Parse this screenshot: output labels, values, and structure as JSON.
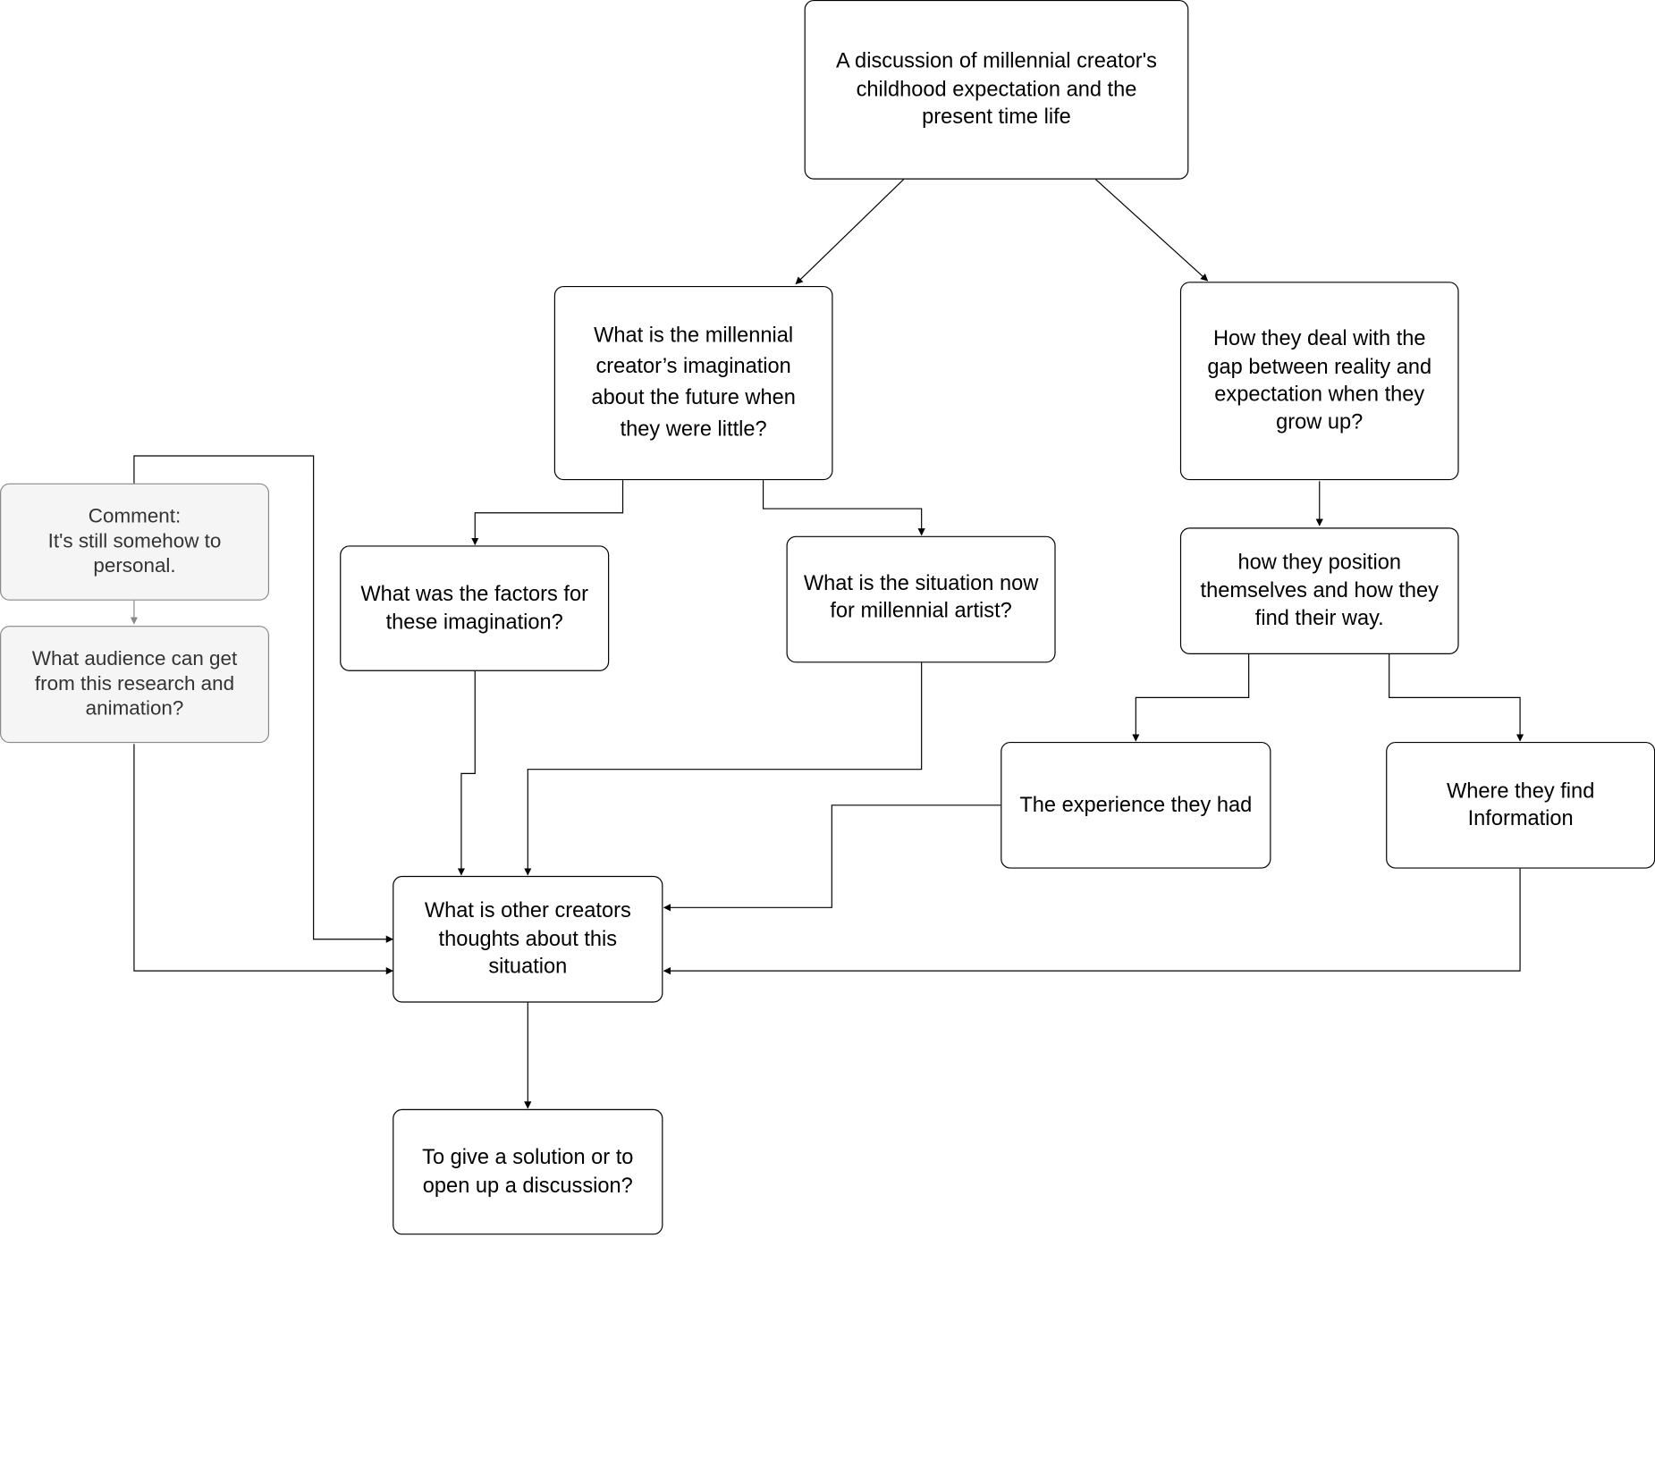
{
  "nodes": {
    "root": {
      "lines": [
        "A discussion of millennial creator's",
        "childhood expectation and the",
        "present time life"
      ]
    },
    "imagination": {
      "lines": [
        "What is the millennial",
        "creator’s imagination",
        "about the future when",
        "they were little?"
      ]
    },
    "gap": {
      "lines": [
        "How they deal with the",
        "gap between reality and",
        "expectation when they",
        "grow up?"
      ]
    },
    "comment": {
      "lines": [
        "Comment:",
        "It's still somehow to",
        "personal."
      ]
    },
    "audience": {
      "lines": [
        "What audience can get",
        "from this research and",
        "animation?"
      ]
    },
    "factors": {
      "lines": [
        "What was the factors for",
        "these imagination?"
      ]
    },
    "situation": {
      "lines": [
        "What is the situation now",
        "for millennial artist?"
      ]
    },
    "position": {
      "lines": [
        "how they position",
        "themselves and how they",
        "find their way."
      ]
    },
    "experience": {
      "lines": [
        "The experience they had"
      ]
    },
    "information": {
      "lines": [
        "Where they find",
        "Information"
      ]
    },
    "others": {
      "lines": [
        "What is other creators",
        "thoughts about this",
        "situation"
      ]
    },
    "solution": {
      "lines": [
        "To give a solution or to",
        "open up a discussion?"
      ]
    }
  },
  "colors": {
    "stroke": "#000000",
    "comment_fill": "#f5f5f5",
    "comment_stroke": "#888888",
    "comment_text": "#333333"
  }
}
